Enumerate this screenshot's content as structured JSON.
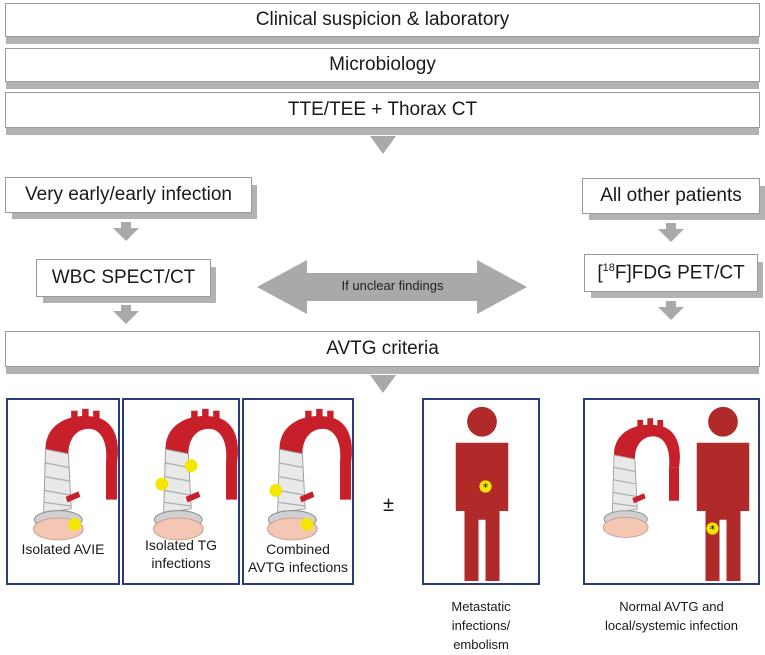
{
  "colors": {
    "gray_arrow": "#a9a9a9",
    "panel_border": "#2b3a7a",
    "figure_red": "#b02a2a",
    "yellow": "#f5e600",
    "aorta_red": "#c8202a"
  },
  "top_boxes": {
    "clinical": "Clinical suspicion & laboratory",
    "micro": "Microbiology",
    "imaging": "TTE/TEE + Thorax CT"
  },
  "left": {
    "infection": "Very early/early infection",
    "wbc": "WBC SPECT/CT"
  },
  "right": {
    "patients": "All other patients",
    "fdg_sup": "18",
    "fdg_pre": "[",
    "fdg_post": "F]FDG PET/CT"
  },
  "middle_arrow_label": "If unclear findings",
  "criteria": "AVTG criteria",
  "panels": {
    "p1": "Isolated AVIE",
    "p2_line1": "Isolated TG",
    "p2_line2": "infections",
    "p3_line1": "Combined",
    "p3_line2": "AVTG infections"
  },
  "plusminus": "±",
  "captions": {
    "meta1": "Metastatic",
    "meta2": "infections/",
    "meta3": "embolism",
    "normal1": "Normal AVTG and",
    "normal2": "local/systemic infection"
  },
  "icons": [
    "aorta-graft-icon",
    "human-figure-icon",
    "star-icon"
  ]
}
